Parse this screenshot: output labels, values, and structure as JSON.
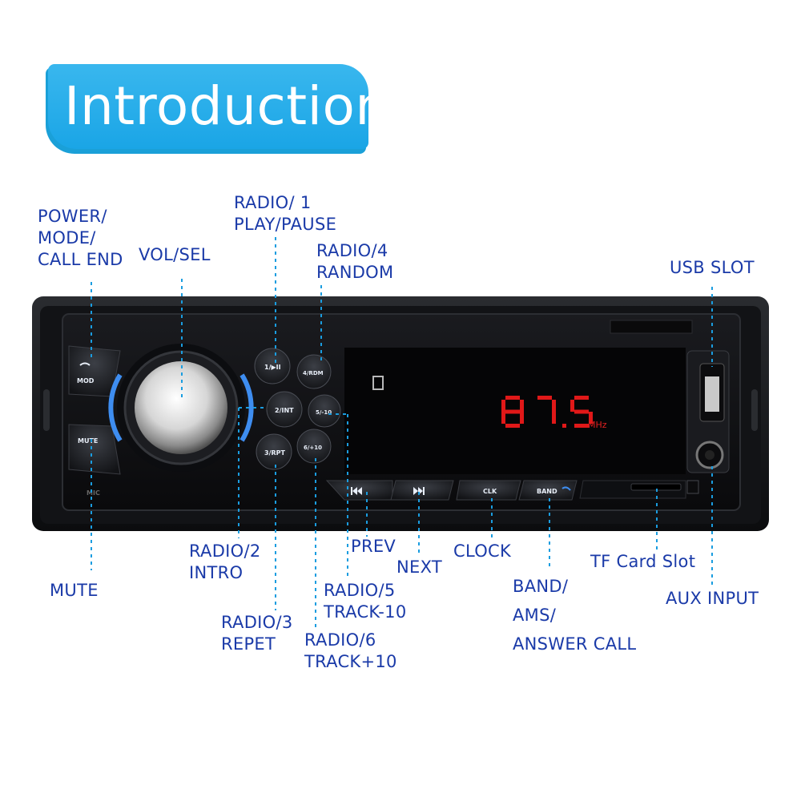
{
  "header": {
    "title": "Introduction"
  },
  "device": {
    "display": {
      "frequency": "87.5",
      "unit": "MHz",
      "icon": "usb-indicator-icon"
    },
    "buttons": {
      "power": "MOD",
      "mute": "MUTE",
      "b1": "1/▶II",
      "b2": "2/INT",
      "b3": "3/RPT",
      "b4": "4/RDM",
      "b5": "5/-10",
      "b6": "6/+10",
      "clk": "CLK",
      "band": "BAND",
      "mic": "MIC"
    }
  },
  "labels": {
    "power": [
      "POWER/",
      "MODE/",
      "CALL END"
    ],
    "vol": "VOL/SEL",
    "radio1": [
      "RADIO/ 1",
      "PLAY/PAUSE"
    ],
    "radio4": [
      "RADIO/4",
      "RANDOM"
    ],
    "usb": "USB SLOT",
    "mute": "MUTE",
    "radio2": [
      "RADIO/2",
      "INTRO"
    ],
    "radio3": [
      "RADIO/3",
      "REPET"
    ],
    "prev": "PREV",
    "next": "NEXT",
    "radio5": [
      "RADIO/5",
      "TRACK-10"
    ],
    "radio6": [
      "RADIO/6",
      "TRACK+10"
    ],
    "clock": "CLOCK",
    "band": [
      "BAND/",
      "AMS/",
      "ANSWER CALL"
    ],
    "tf": "TF Card Slot",
    "aux": "AUX INPUT"
  }
}
